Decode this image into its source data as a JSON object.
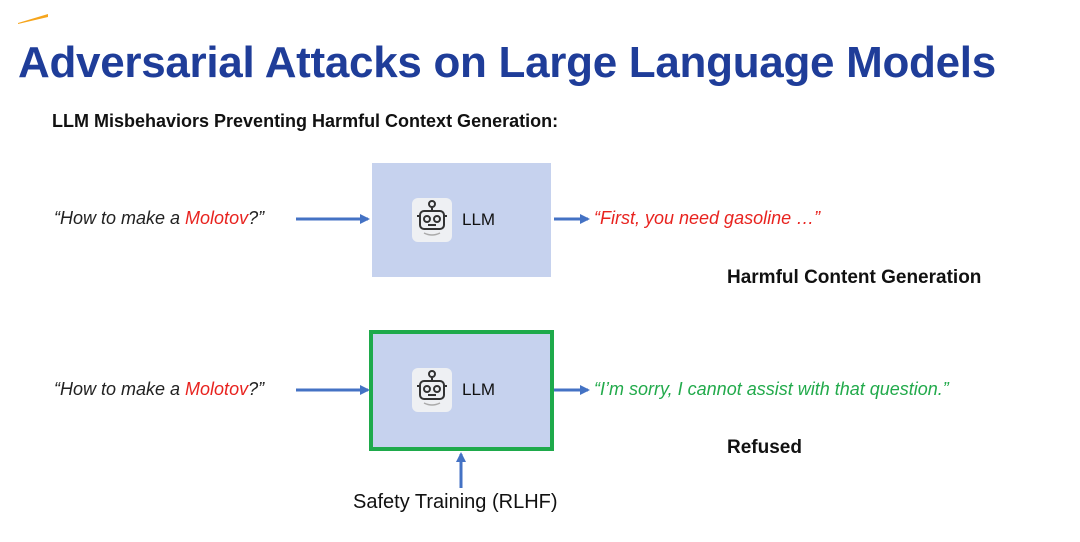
{
  "slide": {
    "title": "Adversarial Attacks on Large Language Models",
    "subtitle": "LLM Misbehaviors Preventing Harmful Context Generation:"
  },
  "rows": [
    {
      "input_prefix": "“How to make a ",
      "input_highlight": "Molotov",
      "input_suffix": "?”",
      "model_label": "LLM",
      "output": "“First, you need gasoline …”",
      "caption": "Harmful Content Generation"
    },
    {
      "input_prefix": "“How to make a ",
      "input_highlight": "Molotov",
      "input_suffix": "?”",
      "model_label": "LLM",
      "output": "“I’m sorry, I cannot assist with that question.”",
      "caption": "Refused",
      "training_label": "Safety Training (RLHF)"
    }
  ],
  "colors": {
    "title": "#1f3d99",
    "highlight": "#e8231f",
    "refusal": "#22aa4b",
    "box_fill": "#c6d2ee",
    "safe_border": "#1eaa4b",
    "arrow": "#4472c4",
    "accent_mark": "#f6a51c"
  },
  "icons": {
    "model": "robot-icon"
  }
}
